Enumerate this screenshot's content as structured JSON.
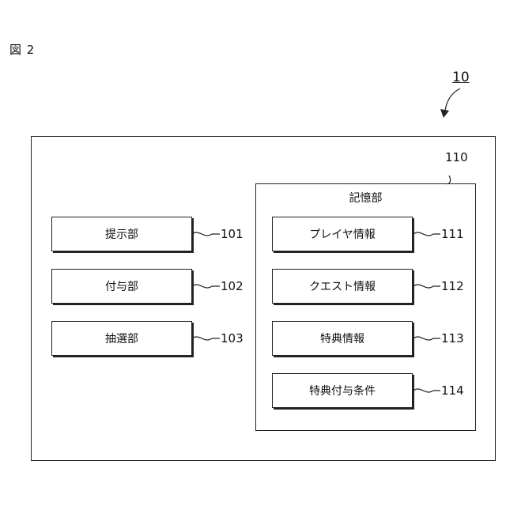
{
  "figure_label": "図 2",
  "system": {
    "ref": "10"
  },
  "left_units": [
    {
      "label": "提示部",
      "ref": "101"
    },
    {
      "label": "付与部",
      "ref": "102"
    },
    {
      "label": "抽選部",
      "ref": "103"
    }
  ],
  "storage": {
    "title": "記憶部",
    "ref": "110",
    "items": [
      {
        "label": "プレイヤ情報",
        "ref": "111"
      },
      {
        "label": "クエスト情報",
        "ref": "112"
      },
      {
        "label": "特典情報",
        "ref": "113"
      },
      {
        "label": "特典付与条件",
        "ref": "114"
      }
    ]
  }
}
